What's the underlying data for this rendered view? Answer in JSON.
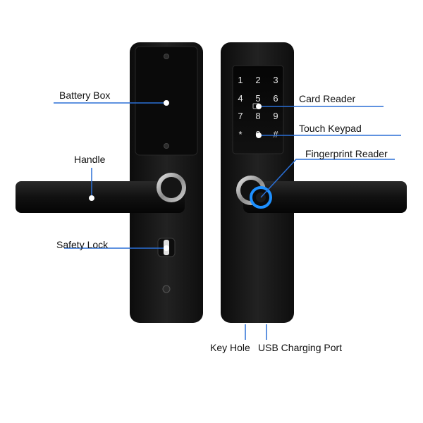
{
  "labels": {
    "battery_box": "Battery Box",
    "handle": "Handle",
    "safety_lock": "Safety Lock",
    "card_reader": "Card Reader",
    "touch_keypad": "Touch Keypad",
    "fingerprint_reader": "Fingerprint Reader",
    "key_hole": "Key Hole",
    "usb_charging_port": "USB Charging Port"
  },
  "keypad": {
    "keys": [
      "1",
      "2",
      "3",
      "4",
      "5",
      "6",
      "7",
      "8",
      "9",
      "*",
      "0",
      "#"
    ]
  },
  "colors": {
    "lock_body": "#161616",
    "leader_line": "#2a6fd6",
    "fingerprint_ring": "#1e90ff",
    "dot": "#ffffff"
  }
}
